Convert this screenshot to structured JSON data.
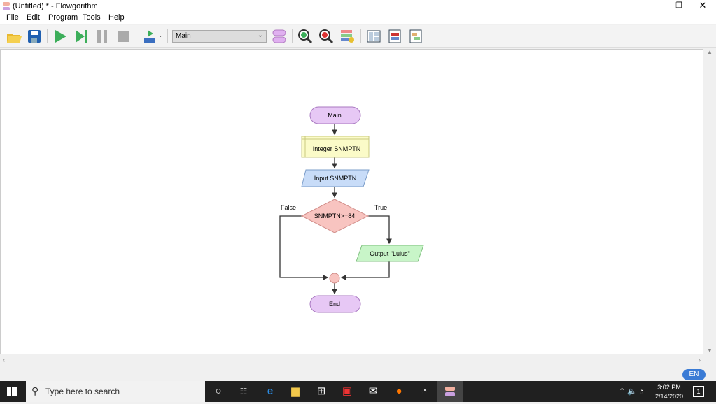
{
  "window": {
    "title": "(Untitled) * - Flowgorithm",
    "minimize": "–",
    "restore": "❐",
    "close": "✕"
  },
  "menu": [
    "File",
    "Edit",
    "Program",
    "Tools",
    "Help"
  ],
  "toolbar": {
    "function_select": "Main"
  },
  "flowchart": {
    "start": "Main",
    "declare": "Integer SNMPTN",
    "input": "Input SNMPTN",
    "decision": "SNMPTN>=84",
    "false_label": "False",
    "true_label": "True",
    "output": "Output \"Lulus\"",
    "end": "End"
  },
  "status": {
    "language": "EN"
  },
  "taskbar": {
    "search_placeholder": "Type here to search",
    "time": "3:02 PM",
    "date": "2/14/2020",
    "notifications": "1"
  }
}
